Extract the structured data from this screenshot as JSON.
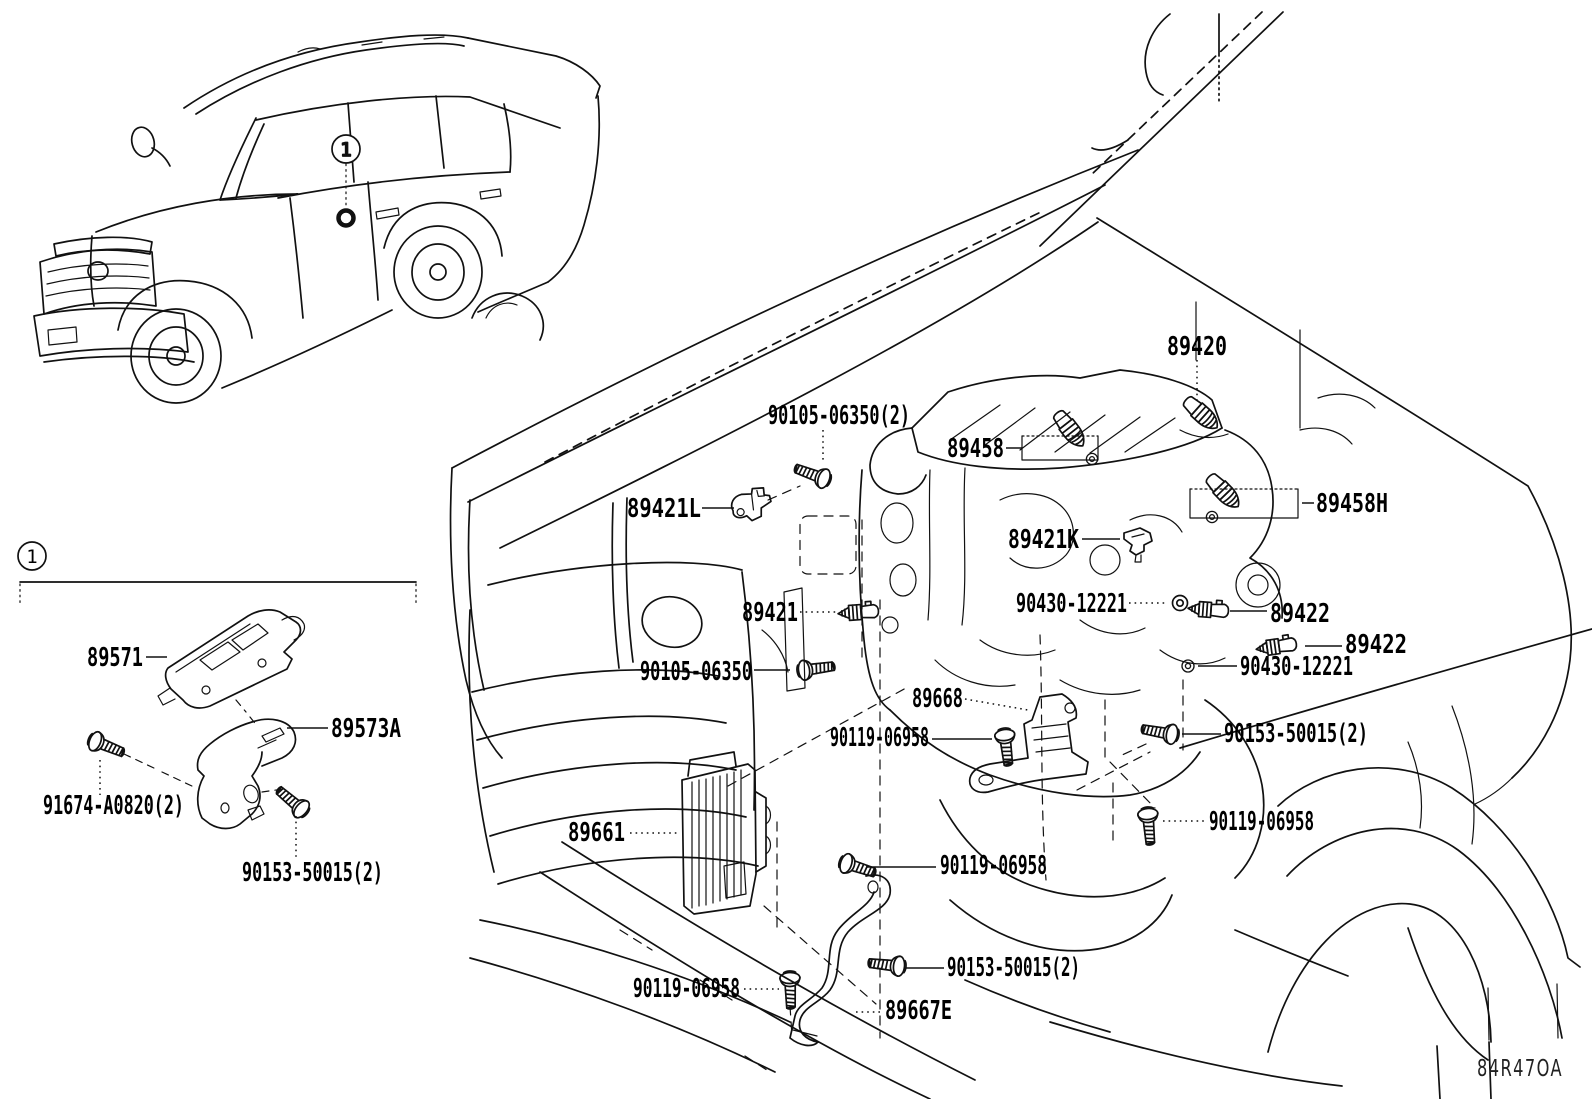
{
  "figure": {
    "title": "Electronic parts location diagram",
    "drawing_code": "84R47OA",
    "callout_marker": "1",
    "ink_color": "#111111",
    "background_color": "#ffffff"
  },
  "part_labels": [
    {
      "id": "bolt-90105-06350-x2",
      "text": "90105-06350(2)"
    },
    {
      "id": "sensor-89421L",
      "text": "89421L"
    },
    {
      "id": "sensor-89458",
      "text": "89458"
    },
    {
      "id": "sensor-89420",
      "text": "89420"
    },
    {
      "id": "sensor-89458H",
      "text": "89458H"
    },
    {
      "id": "sensor-89421K",
      "text": "89421K"
    },
    {
      "id": "sensor-89421",
      "text": "89421"
    },
    {
      "id": "bolt-90105-06350",
      "text": "90105-06350"
    },
    {
      "id": "washer-90430-12221-upper",
      "text": "90430-12221"
    },
    {
      "id": "sensor-89422-upper",
      "text": "89422"
    },
    {
      "id": "sensor-89422-lower",
      "text": "89422"
    },
    {
      "id": "washer-90430-12221-lower",
      "text": "90430-12221"
    },
    {
      "id": "bracket-89668",
      "text": "89668"
    },
    {
      "id": "bolt-90119-06958-1",
      "text": "90119-06958"
    },
    {
      "id": "bolt-90153-50015-1",
      "text": "90153-50015(2)"
    },
    {
      "id": "bolt-90119-06958-2",
      "text": "90119-06958"
    },
    {
      "id": "ecu-89661",
      "text": "89661"
    },
    {
      "id": "bolt-90119-06958-3",
      "text": "90119-06958"
    },
    {
      "id": "bolt-90119-06958-4",
      "text": "90119-06958"
    },
    {
      "id": "bolt-90153-50015-2",
      "text": "90153-50015(2)"
    },
    {
      "id": "bracket-89667E",
      "text": "89667E"
    },
    {
      "id": "relay-89571",
      "text": "89571"
    },
    {
      "id": "bracket-89573A",
      "text": "89573A"
    },
    {
      "id": "screw-91674-A0820-x2",
      "text": "91674-A0820(2)"
    },
    {
      "id": "bolt-90153-50015-3",
      "text": "90153-50015(2)"
    }
  ]
}
